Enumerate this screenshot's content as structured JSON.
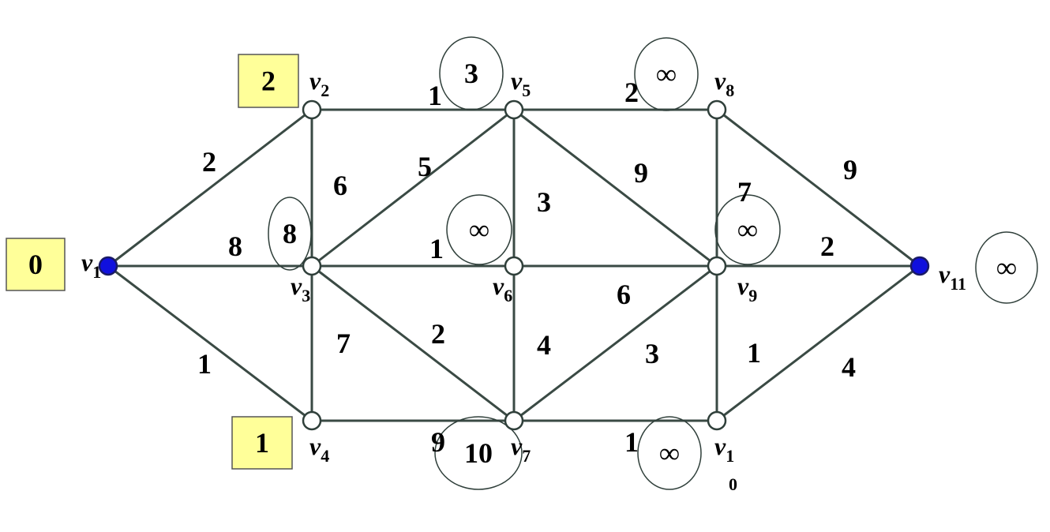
{
  "nodes": {
    "v1": {
      "letter": "v",
      "sub": "1",
      "filled": true
    },
    "v2": {
      "letter": "v",
      "sub": "2",
      "filled": false
    },
    "v3": {
      "letter": "v",
      "sub": "3",
      "filled": false
    },
    "v4": {
      "letter": "v",
      "sub": "4",
      "filled": false
    },
    "v5": {
      "letter": "v",
      "sub": "5",
      "filled": false
    },
    "v6": {
      "letter": "v",
      "sub": "6",
      "filled": false
    },
    "v7": {
      "letter": "v",
      "sub": "7",
      "filled": false
    },
    "v8": {
      "letter": "v",
      "sub": "8",
      "filled": false
    },
    "v9": {
      "letter": "v",
      "sub": "9",
      "filled": false
    },
    "v10": {
      "letter": "v",
      "sub": "1",
      "sub2": "0",
      "filled": false
    },
    "v11": {
      "letter": "v",
      "sub": "11",
      "filled": true
    }
  },
  "edges": [
    {
      "from": "v1",
      "to": "v2",
      "weight": "2"
    },
    {
      "from": "v1",
      "to": "v3",
      "weight": "8"
    },
    {
      "from": "v1",
      "to": "v4",
      "weight": "1"
    },
    {
      "from": "v2",
      "to": "v3",
      "weight": "6"
    },
    {
      "from": "v2",
      "to": "v5",
      "weight": "1"
    },
    {
      "from": "v3",
      "to": "v4",
      "weight": "7"
    },
    {
      "from": "v3",
      "to": "v5",
      "weight": "5"
    },
    {
      "from": "v3",
      "to": "v6",
      "weight": "1"
    },
    {
      "from": "v3",
      "to": "v7",
      "weight": "2"
    },
    {
      "from": "v4",
      "to": "v7",
      "weight": "9"
    },
    {
      "from": "v5",
      "to": "v6",
      "weight": "3"
    },
    {
      "from": "v5",
      "to": "v8",
      "weight": "2"
    },
    {
      "from": "v5",
      "to": "v9",
      "weight": "9"
    },
    {
      "from": "v6",
      "to": "v7",
      "weight": "4"
    },
    {
      "from": "v6",
      "to": "v9",
      "weight": "6"
    },
    {
      "from": "v7",
      "to": "v9",
      "weight": "3"
    },
    {
      "from": "v7",
      "to": "v10",
      "weight": "1"
    },
    {
      "from": "v8",
      "to": "v9",
      "weight": "7"
    },
    {
      "from": "v8",
      "to": "v11",
      "weight": "9"
    },
    {
      "from": "v9",
      "to": "v10",
      "weight": "1"
    },
    {
      "from": "v9",
      "to": "v11",
      "weight": "2"
    },
    {
      "from": "v10",
      "to": "v11",
      "weight": "4"
    }
  ],
  "permanent_labels": [
    {
      "node": "v1",
      "value": "0"
    },
    {
      "node": "v2",
      "value": "2"
    },
    {
      "node": "v4",
      "value": "1"
    }
  ],
  "tentative_labels": [
    {
      "node": "v3",
      "value": "8"
    },
    {
      "node": "v5",
      "value": "3"
    },
    {
      "node": "v6",
      "value": "∞"
    },
    {
      "node": "v7",
      "value": "10"
    },
    {
      "node": "v8",
      "value": "∞"
    },
    {
      "node": "v9",
      "value": "∞"
    },
    {
      "node": "v10",
      "value": "∞"
    },
    {
      "node": "v11",
      "value": "∞"
    }
  ],
  "colors": {
    "edge": "#3a4a44",
    "filled_node": "#1010dd",
    "label_box": "#ffff99"
  }
}
